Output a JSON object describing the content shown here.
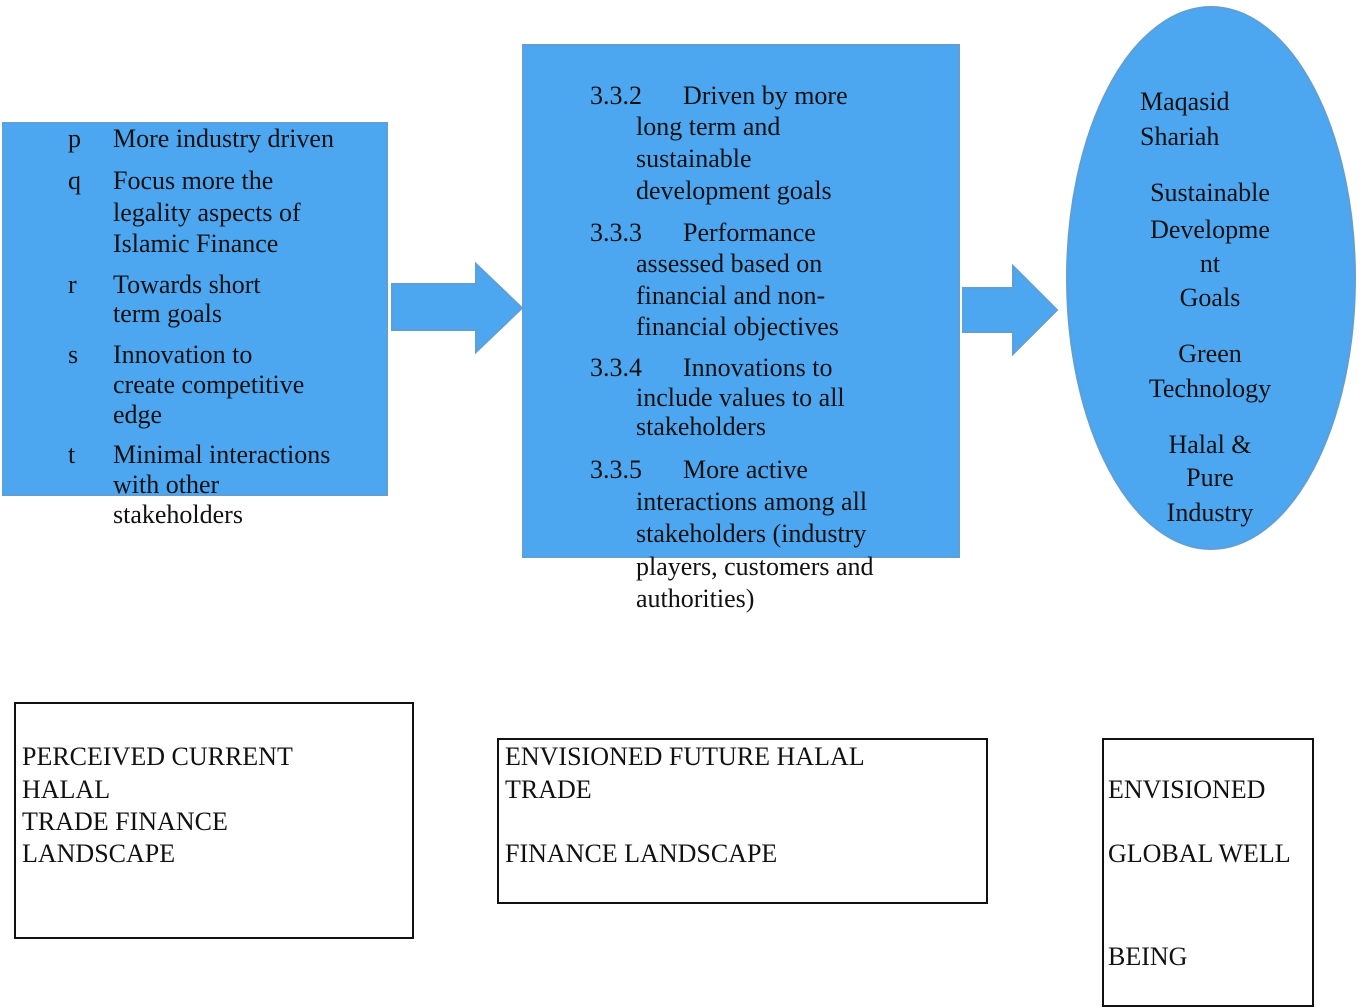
{
  "left_box": {
    "items": [
      {
        "marker": "p",
        "lines": [
          "More industry driven"
        ]
      },
      {
        "marker": "q",
        "lines": [
          "Focus more the",
          "legality aspects of",
          "Islamic Finance"
        ]
      },
      {
        "marker": "r",
        "lines": [
          "Towards short",
          "term goals"
        ]
      },
      {
        "marker": "s",
        "lines": [
          "Innovation to",
          "create competitive",
          "edge"
        ]
      },
      {
        "marker": "t",
        "lines": [
          "Minimal interactions",
          "with other",
          "stakeholders"
        ]
      }
    ]
  },
  "middle_box": {
    "items": [
      {
        "marker": "3.3.2",
        "lines": [
          "Driven by more",
          "long term and",
          "sustainable",
          "development goals"
        ]
      },
      {
        "marker": "3.3.3",
        "lines": [
          "Performance",
          "assessed based on",
          "financial and non-",
          "financial objectives"
        ]
      },
      {
        "marker": "3.3.4",
        "lines": [
          "Innovations to",
          "include values to all",
          "stakeholders"
        ]
      },
      {
        "marker": "3.3.5",
        "lines": [
          "More active",
          "interactions among all",
          "stakeholders (industry",
          "players, customers and",
          "authorities)"
        ]
      }
    ]
  },
  "ellipse": {
    "items": [
      {
        "lines": [
          "Maqasid",
          "Shariah"
        ]
      },
      {
        "lines": [
          "Sustainable",
          "Developme",
          "nt",
          "Goals"
        ]
      },
      {
        "lines": [
          "Green",
          "Technology"
        ]
      },
      {
        "lines": [
          "Halal &",
          "Pure",
          "Industry"
        ]
      }
    ]
  },
  "captions": {
    "current": [
      "PERCEIVED CURRENT",
      "HALAL",
      "TRADE FINANCE",
      "LANDSCAPE"
    ],
    "future": [
      "ENVISIONED FUTURE HALAL",
      "TRADE",
      "FINANCE LANDSCAPE"
    ],
    "global": [
      "ENVISIONED",
      "GLOBAL WELL",
      "BEING"
    ]
  },
  "colors": {
    "fill": "#4da6f0",
    "border": "#5e9fd6"
  }
}
